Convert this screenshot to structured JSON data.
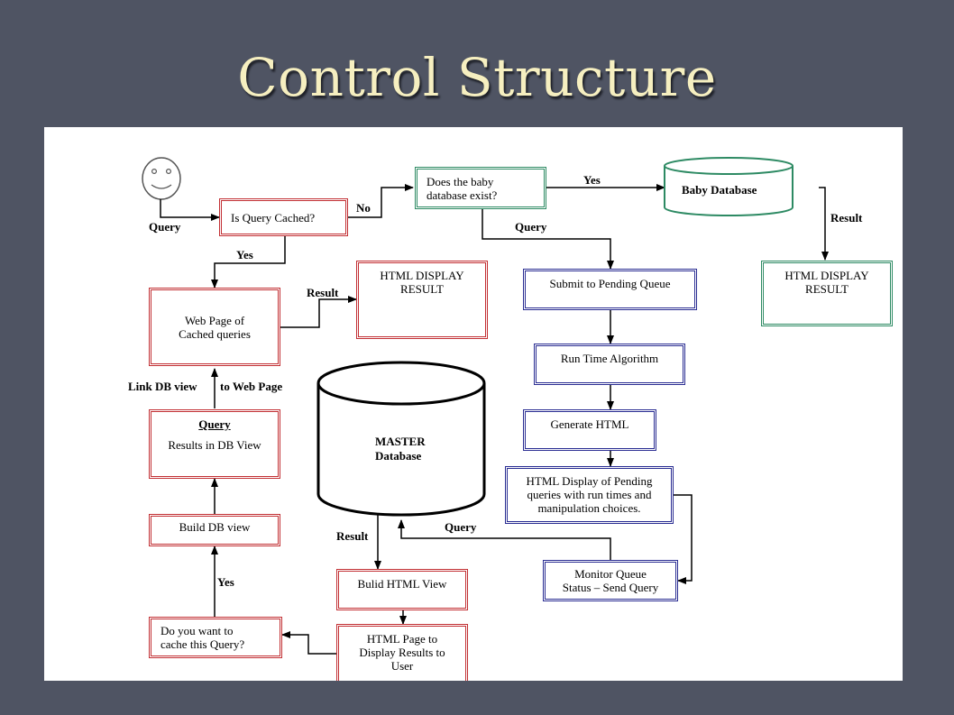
{
  "slide": {
    "title": "Control Structure"
  },
  "diagram": {
    "nodes": {
      "is_cached": "Is Query Cached?",
      "baby_exists": "Does the baby\ndatabase exist?",
      "baby_db": "Baby Database",
      "web_page_cached": "Web Page of\nCached queries",
      "html_display_1": "HTML DISPLAY\nRESULT",
      "submit_pending": "Submit to Pending Queue",
      "html_display_2": "HTML DISPLAY\nRESULT",
      "run_time_algo": "Run Time Algorithm",
      "query_results_title": "Query",
      "query_results_body": "Results in DB View",
      "master_db": "MASTER\nDatabase",
      "generate_html": "Generate HTML",
      "html_pending": "HTML Display of Pending\nqueries with run times and\nmanipulation choices.",
      "build_db_view": "Build DB view",
      "bulid_html_view": "Bulid HTML View",
      "monitor_queue": "Monitor Queue\nStatus – Send Query",
      "cache_query": "Do you want to\ncache this Query?",
      "html_page_user": "HTML Page to\nDisplay Results to\nUser"
    },
    "edge_labels": {
      "query_user": "Query",
      "no": "No",
      "yes_baby": "Yes",
      "query_baby": "Query",
      "result_baby": "Result",
      "yes_cached": "Yes",
      "result_cached": "Result",
      "link_db_view": "Link DB view",
      "to_web_page": "to Web Page",
      "result_master": "Result",
      "query_monitor": "Query",
      "yes_cache": "Yes"
    },
    "colors": {
      "red": "#c23034",
      "blue": "#2a2d92",
      "green": "#2d8a63"
    }
  }
}
